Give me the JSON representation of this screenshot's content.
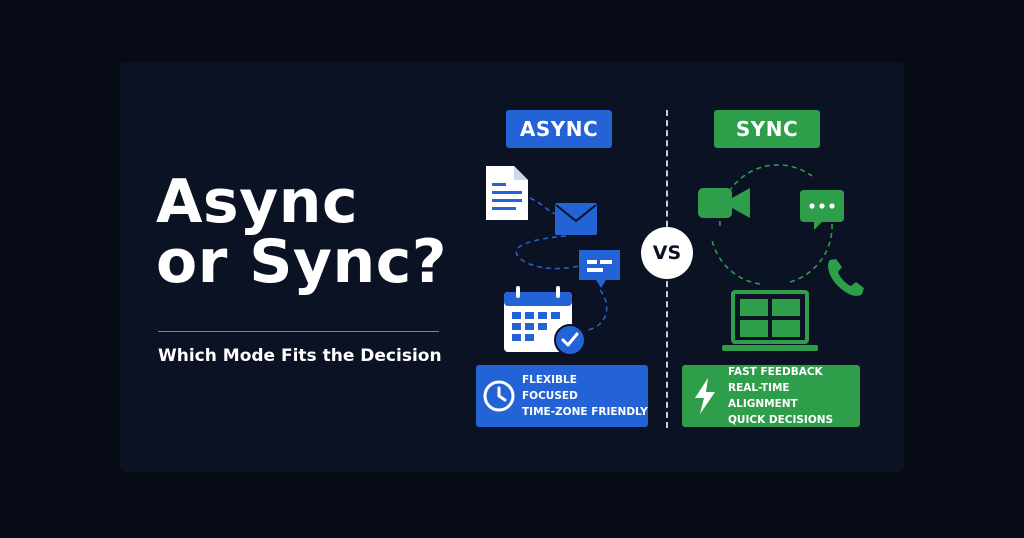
{
  "headline": {
    "line1": "Async",
    "line2": "or Sync?"
  },
  "subhead": "Which Mode Fits the Decision",
  "vs_label": "VS",
  "async": {
    "label": "ASYNC",
    "color": "#2463d6",
    "benefits": [
      "FLEXIBLE",
      "FOCUSED",
      "TIME-ZONE FRIENDLY"
    ],
    "icons": [
      "document-icon",
      "envelope-icon",
      "chat-message-icon",
      "calendar-check-icon",
      "clock-icon"
    ]
  },
  "sync": {
    "label": "SYNC",
    "color": "#2e9e4b",
    "benefits": [
      "FAST FEEDBACK",
      "REAL-TIME ALIGNMENT",
      "QUICK DECISIONS"
    ],
    "icons": [
      "video-camera-icon",
      "chat-bubble-icon",
      "phone-icon",
      "laptop-grid-icon",
      "lightning-icon"
    ]
  }
}
